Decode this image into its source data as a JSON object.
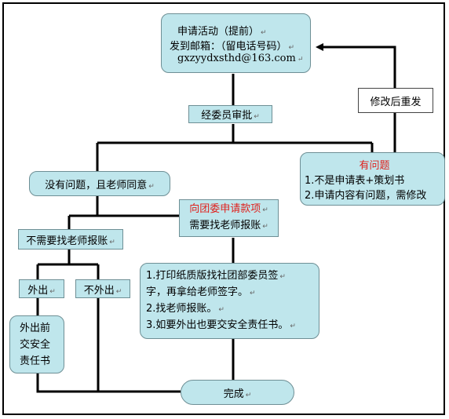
{
  "nodes": {
    "apply": {
      "line1": "申请活动（提前）",
      "line2": "发到邮箱：（留电话号码）",
      "line3": "gxzyydxsthd@163.com"
    },
    "resubmit": "修改后重发",
    "approve": "经委员审批",
    "problem": {
      "title": "有问题",
      "line1": "1.不是申请表+策划书",
      "line2": "2.申请内容有问题，需修改"
    },
    "ok": "没有问题，且老师同意",
    "funding": {
      "title": "向团委申请款项",
      "line2": "需要找老师报账"
    },
    "no_reimburse": "不需要找老师报账",
    "steps": {
      "line1": "1.打印纸质版找社团部委员签",
      "line2": "字，再拿给老师签字。",
      "line3": "2.找老师报账。",
      "line4": "3.如要外出也要交安全责任书。"
    },
    "out": "外出",
    "not_out": "不外出",
    "safety": {
      "line1": "外出前",
      "line2": "交安全",
      "line3": "责任书"
    },
    "done": "完成"
  }
}
